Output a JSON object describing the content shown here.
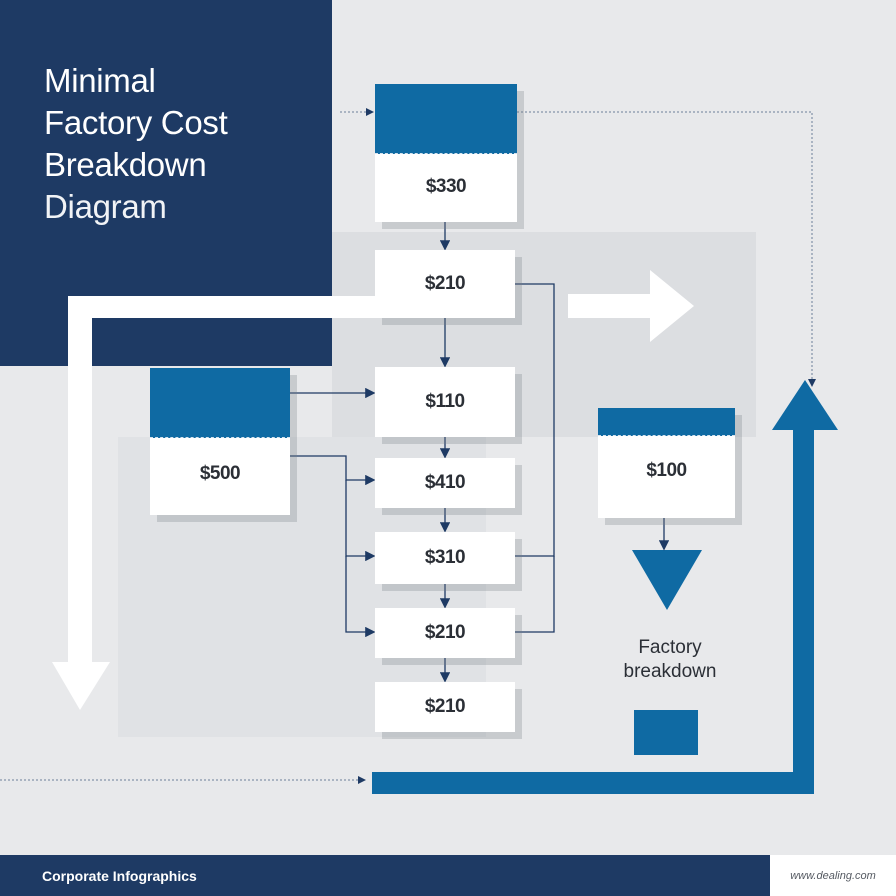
{
  "title": {
    "line1": "Minimal",
    "line2": "Factory Cost",
    "line3": "Breakdown",
    "line4": "Diagram"
  },
  "boxes": [
    {
      "id": "top",
      "value": "$330"
    },
    {
      "id": "step1",
      "value": "$210"
    },
    {
      "id": "step2",
      "value": "$110"
    },
    {
      "id": "left",
      "value": "$500"
    },
    {
      "id": "step3",
      "value": "$410"
    },
    {
      "id": "step4",
      "value": "$310"
    },
    {
      "id": "step5",
      "value": "$210"
    },
    {
      "id": "step6",
      "value": "$210"
    },
    {
      "id": "right",
      "value": "$100"
    }
  ],
  "side_label": {
    "line1": "Factory",
    "line2": "breakdown"
  },
  "footer": {
    "left": "Corporate Infographics",
    "right": "www.dealing.com"
  },
  "colors": {
    "navy": "#1e3a64",
    "blue": "#0f6aa3",
    "background": "#e8e9eb"
  }
}
